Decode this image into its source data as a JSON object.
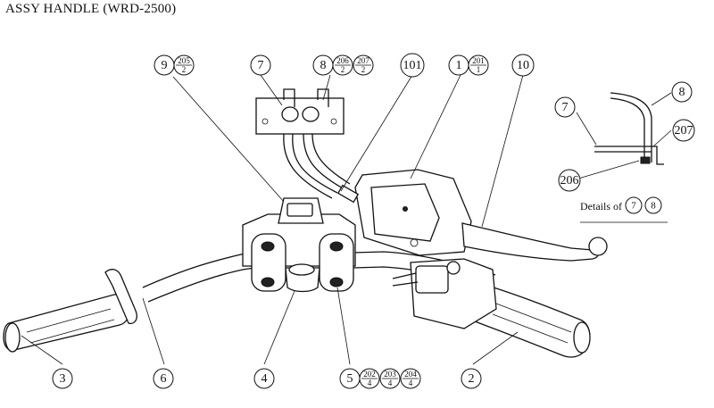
{
  "title": "ASSY HANDLE (WRD-2500)",
  "details_label": "Details of",
  "callouts": {
    "c9": {
      "num": "9",
      "frac": [
        {
          "top": "205",
          "bottom": "2"
        }
      ]
    },
    "c7": {
      "num": "7",
      "frac": []
    },
    "c8": {
      "num": "8",
      "frac": [
        {
          "top": "206",
          "bottom": "2"
        },
        {
          "top": "207",
          "bottom": "2"
        }
      ]
    },
    "c101": {
      "num": "101",
      "frac": []
    },
    "c1": {
      "num": "1",
      "frac": [
        {
          "top": "201",
          "bottom": "1"
        }
      ]
    },
    "c10": {
      "num": "10",
      "frac": []
    },
    "c3": {
      "num": "3",
      "frac": []
    },
    "c6": {
      "num": "6",
      "frac": []
    },
    "c4": {
      "num": "4",
      "frac": []
    },
    "c5": {
      "num": "5",
      "frac": [
        {
          "top": "202",
          "bottom": "4"
        },
        {
          "top": "203",
          "bottom": "4"
        },
        {
          "top": "204",
          "bottom": "4"
        }
      ]
    },
    "c2": {
      "num": "2",
      "frac": []
    },
    "d7": {
      "num": "7",
      "frac": []
    },
    "d8": {
      "num": "8",
      "frac": []
    },
    "d207": {
      "num": "207",
      "frac": []
    },
    "d206": {
      "num": "206",
      "frac": []
    },
    "det7": {
      "num": "7",
      "frac": []
    },
    "det8": {
      "num": "8",
      "frac": []
    }
  }
}
